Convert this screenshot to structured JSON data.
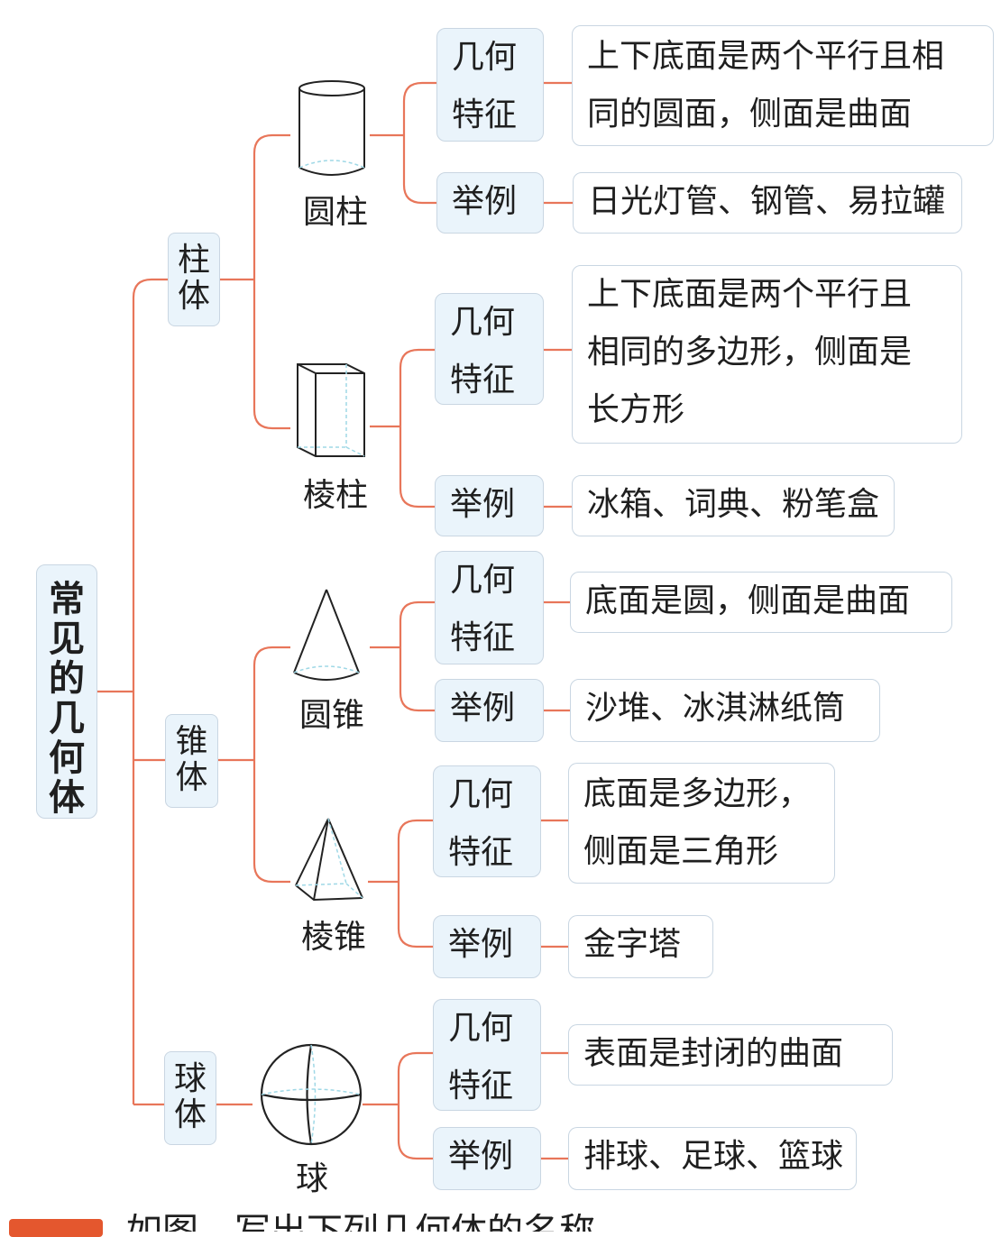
{
  "root": {
    "chars": [
      "常",
      "见",
      "的",
      "几",
      "何",
      "体"
    ]
  },
  "categories": [
    {
      "chars": [
        "柱",
        "体"
      ]
    },
    {
      "chars": [
        "锥",
        "体"
      ]
    },
    {
      "chars": [
        "球",
        "体"
      ]
    }
  ],
  "shapes": [
    {
      "label": "圆柱",
      "feature_tag": [
        "几何",
        "特征"
      ],
      "feature": [
        "上下底面是两个平行且相",
        "同的圆面，侧面是曲面"
      ],
      "example_tag": "举例",
      "example": "日光灯管、钢管、易拉罐"
    },
    {
      "label": "棱柱",
      "feature_tag": [
        "几何",
        "特征"
      ],
      "feature": [
        "上下底面是两个平行且",
        "相同的多边形，侧面是",
        "长方形"
      ],
      "example_tag": "举例",
      "example": "冰箱、词典、粉笔盒"
    },
    {
      "label": "圆锥",
      "feature_tag": [
        "几何",
        "特征"
      ],
      "feature": [
        "底面是圆，侧面是曲面"
      ],
      "example_tag": "举例",
      "example": "沙堆、冰淇淋纸筒"
    },
    {
      "label": "棱锥",
      "feature_tag": [
        "几何",
        "特征"
      ],
      "feature": [
        "底面是多边形，",
        "侧面是三角形"
      ],
      "example_tag": "举例",
      "example": "金字塔"
    },
    {
      "label": "球",
      "feature_tag": [
        "几何",
        "特征"
      ],
      "feature": [
        "表面是封闭的曲面"
      ],
      "example_tag": "举例",
      "example": "排球、足球、篮球"
    }
  ],
  "footer": {
    "text": "如图，写出下列几何体的名称。"
  },
  "colors": {
    "connector": "#e8765a",
    "box_border": "#c9d6e2",
    "box_fill": "#eaf4fb",
    "badge": "#e4572e"
  }
}
